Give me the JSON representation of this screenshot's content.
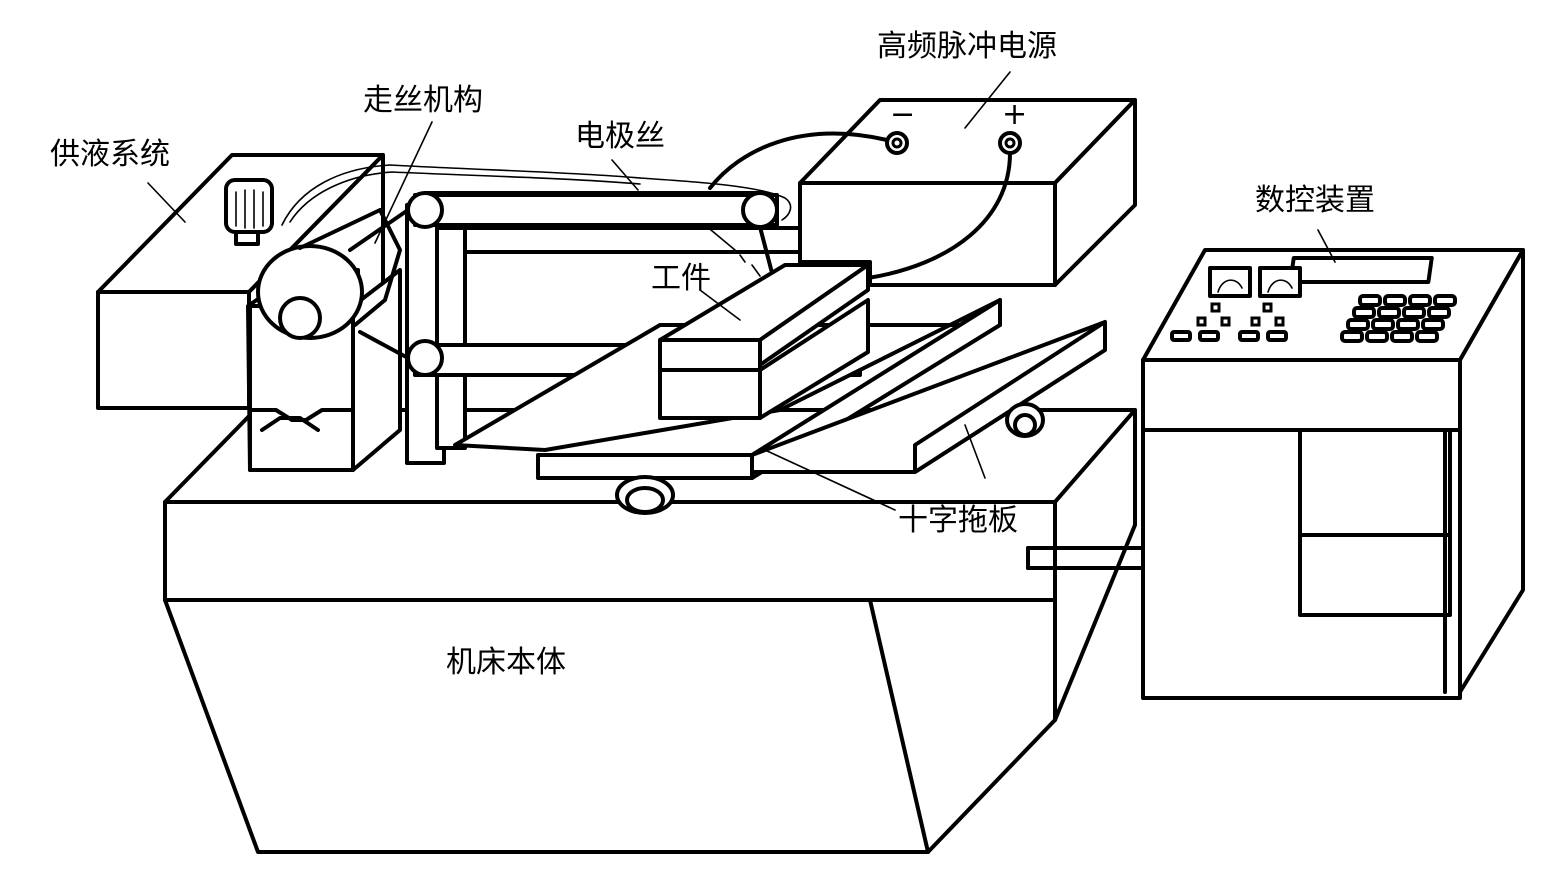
{
  "labels": {
    "power_supply": "高频脉冲电源",
    "wire_drive": "走丝机构",
    "electrode_wire": "电极丝",
    "coolant_system": "供液系统",
    "cnc_unit": "数控装置",
    "workpiece": "工件",
    "cross_table": "十字拖板",
    "machine_bed": "机床本体"
  },
  "terminals": {
    "negative": "−",
    "positive": "+"
  }
}
